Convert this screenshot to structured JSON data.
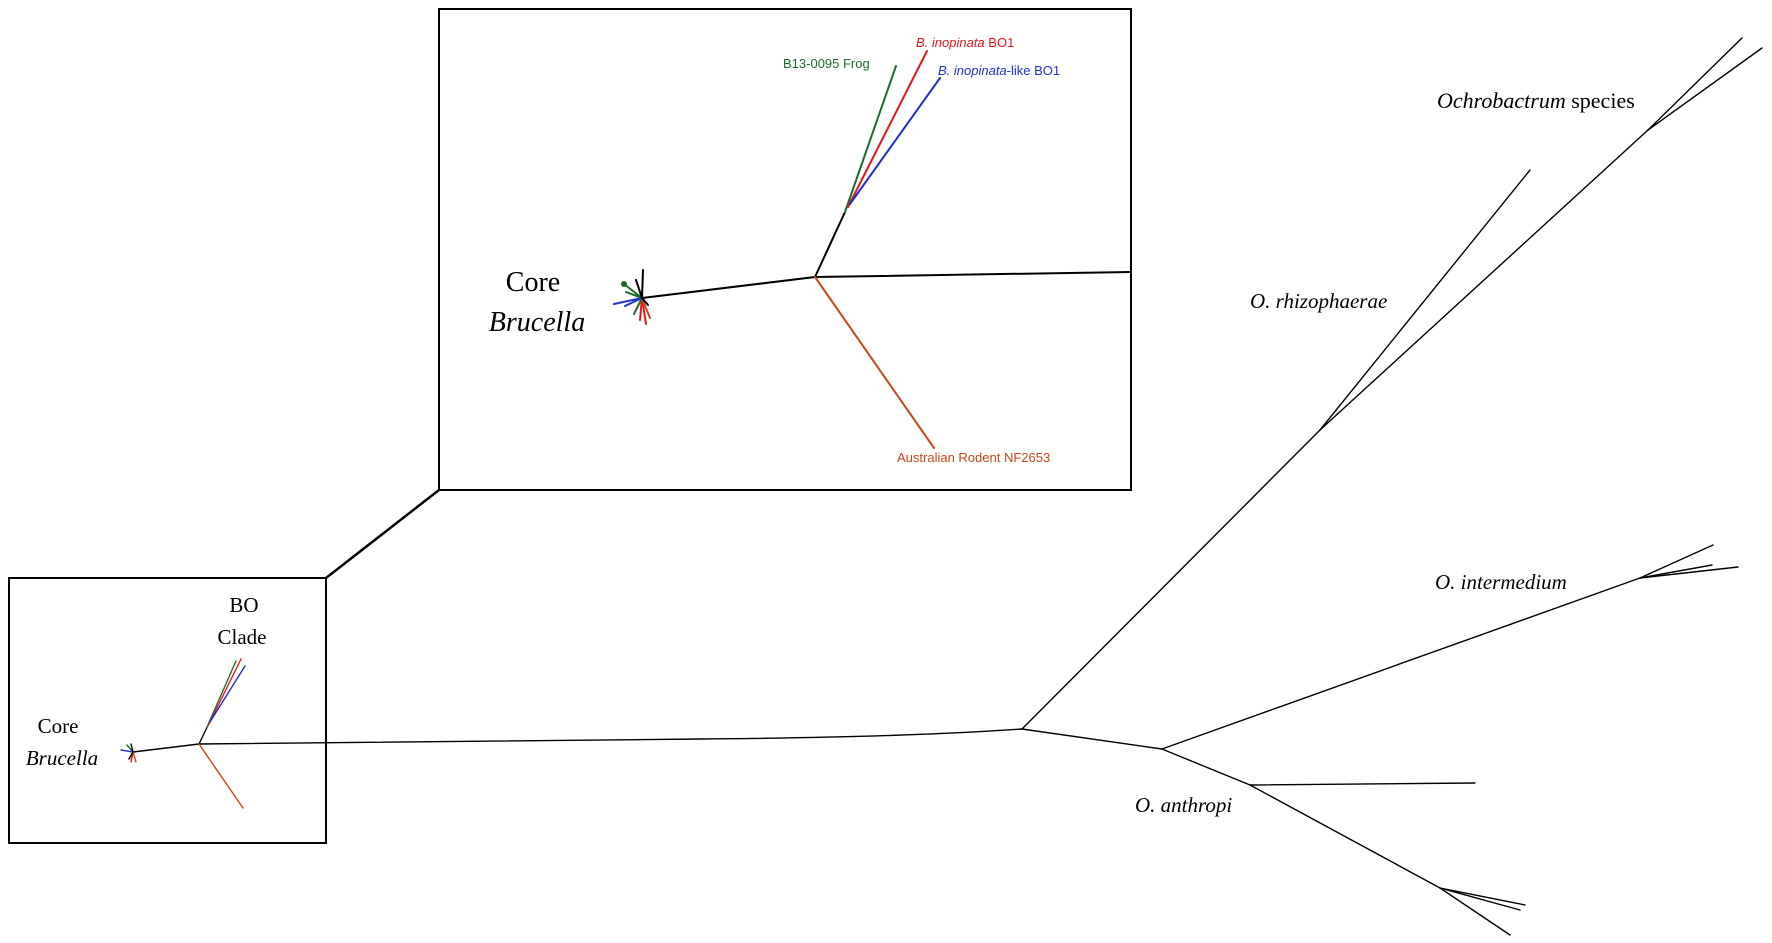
{
  "colors": {
    "branch": "#000000",
    "frog": "#1d6b2a",
    "inopinata": "#e8141b",
    "inopinata_like": "#1f2fd0",
    "rodent": "#c9461a",
    "box": "#000000"
  },
  "overview": {
    "bo_clade_line1": "BO",
    "bo_clade_line2": "Clade",
    "core_line1": "Core",
    "core_line2": "Brucella"
  },
  "ochrobactrum": {
    "species_italic": "Ochrobactrum",
    "species_suffix": " species",
    "rhizophaerae": "O. rhizophaerae",
    "intermedium": "O. intermedium",
    "anthropi": "O. anthropi"
  },
  "inset": {
    "core_line1": "Core",
    "core_line2": "Brucella",
    "frog": "B13-0095 Frog",
    "inopinata_italic": "B. inopinata",
    "inopinata_suffix": " BO1",
    "inopinata_like_italic": "B. inopinata",
    "inopinata_like_suffix": "-like BO1",
    "rodent": "Australian Rodent NF2653"
  }
}
